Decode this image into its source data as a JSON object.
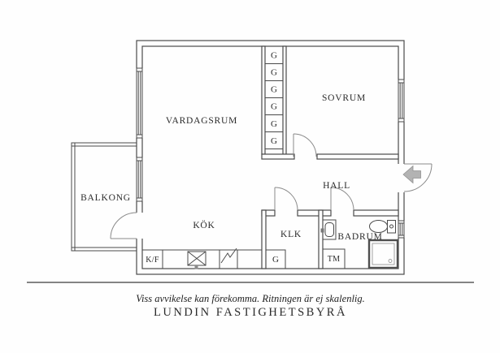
{
  "rooms": {
    "vardagsrum": "VARDAGSRUM",
    "sovrum": "SOVRUM",
    "balkong": "BALKONG",
    "kok": "KÖK",
    "hall": "HALL",
    "klk": "KLK",
    "badrum": "BADRUM"
  },
  "fixtures": {
    "fridge_freezer": "K/F",
    "washing_machine": "TM",
    "closet": "G"
  },
  "wardrobes": [
    "G",
    "G",
    "G",
    "G",
    "G",
    "G"
  ],
  "footer": {
    "disclaimer": "Viss avvikelse kan förekomma. Ritningen är ej skalenlig.",
    "company": "LUNDIN FASTIGHETSBYRÅ"
  },
  "colors": {
    "wall": "#4a4a4a",
    "door": "#8a8a8a",
    "text": "#2b2b2b",
    "entry_arrow": "#b3b3b3",
    "entry_arrow_stroke": "#919191",
    "rule": "#3c3c3c"
  }
}
